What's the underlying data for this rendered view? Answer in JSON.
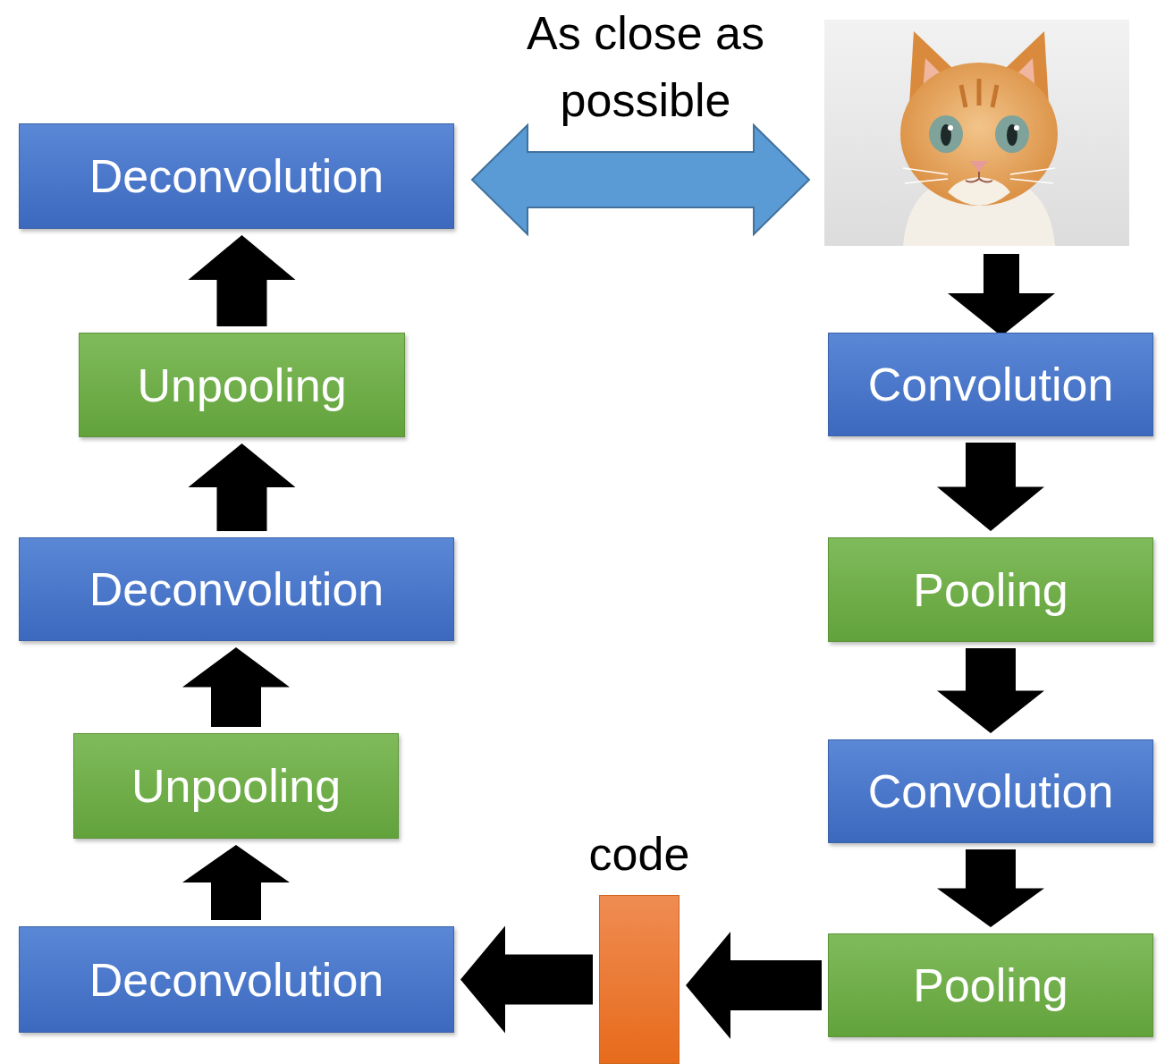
{
  "diagram": {
    "nodes": [
      {
        "text": [
          "Convolution"
        ]
      },
      {
        "text": [
          "Pooling"
        ]
      },
      {
        "text": [
          "Convolution"
        ]
      },
      {
        "text": [
          "Pooling"
        ]
      },
      {
        "text": [
          "code"
        ]
      },
      {
        "text": [
          "Deconvolution"
        ]
      },
      {
        "text": [
          "Unpooling"
        ]
      },
      {
        "text": [
          "Deconvolution"
        ]
      },
      {
        "text": [
          "Unpooling"
        ]
      },
      {
        "text": [
          "Deconvolution"
        ]
      }
    ],
    "edges": [
      {
        "from": 0,
        "to": 1,
        "arrow": "to"
      },
      {
        "from": 1,
        "to": 2,
        "arrow": "to"
      },
      {
        "from": 2,
        "to": 3,
        "arrow": "to"
      },
      {
        "from": 3,
        "to": 4,
        "arrow": "to"
      },
      {
        "from": 4,
        "to": 5,
        "arrow": "to"
      },
      {
        "from": 5,
        "to": 6,
        "arrow": "to"
      },
      {
        "from": 6,
        "to": 7,
        "arrow": "to"
      },
      {
        "from": 7,
        "to": 8,
        "arrow": "to"
      },
      {
        "from": 8,
        "to": 9,
        "arrow": "to"
      }
    ],
    "labels": [
      "As close as possible"
    ]
  }
}
